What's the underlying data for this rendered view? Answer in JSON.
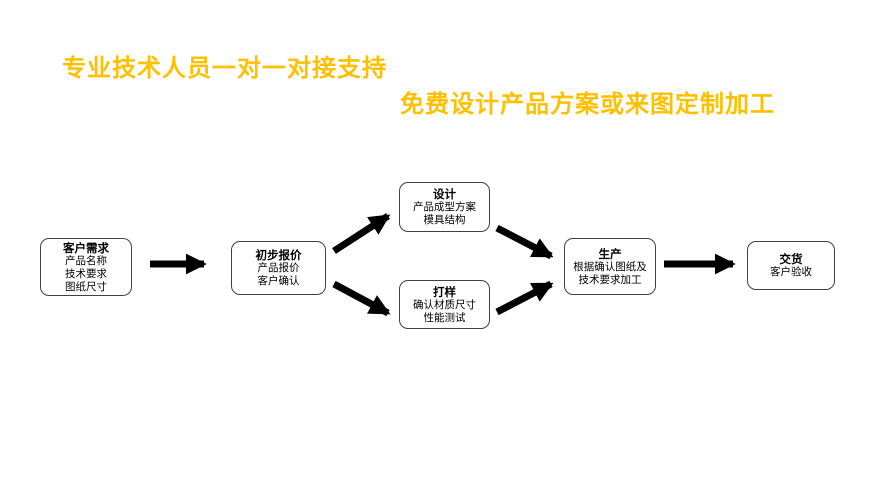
{
  "header": {
    "line1": "专业技术人员一对一对接支持",
    "line2": "免费设计产品方案或来图定制加工",
    "accent_color": "#FFC000"
  },
  "flowchart": {
    "arrow_color": "#000000",
    "nodes": [
      {
        "id": "customer-needs",
        "title": "客户需求",
        "lines": [
          "产品名称",
          "技术要求",
          "图纸尺寸"
        ]
      },
      {
        "id": "initial-quote",
        "title": "初步报价",
        "lines": [
          "产品报价",
          "客户确认"
        ]
      },
      {
        "id": "design",
        "title": "设计",
        "lines": [
          "产品成型方案",
          "模具结构"
        ]
      },
      {
        "id": "sampling",
        "title": "打样",
        "lines": [
          "确认材质尺寸",
          "性能测试"
        ]
      },
      {
        "id": "production",
        "title": "生产",
        "lines": [
          "根据确认图纸及",
          "技术要求加工"
        ]
      },
      {
        "id": "delivery",
        "title": "交货",
        "lines": [
          "客户验收"
        ]
      }
    ]
  }
}
